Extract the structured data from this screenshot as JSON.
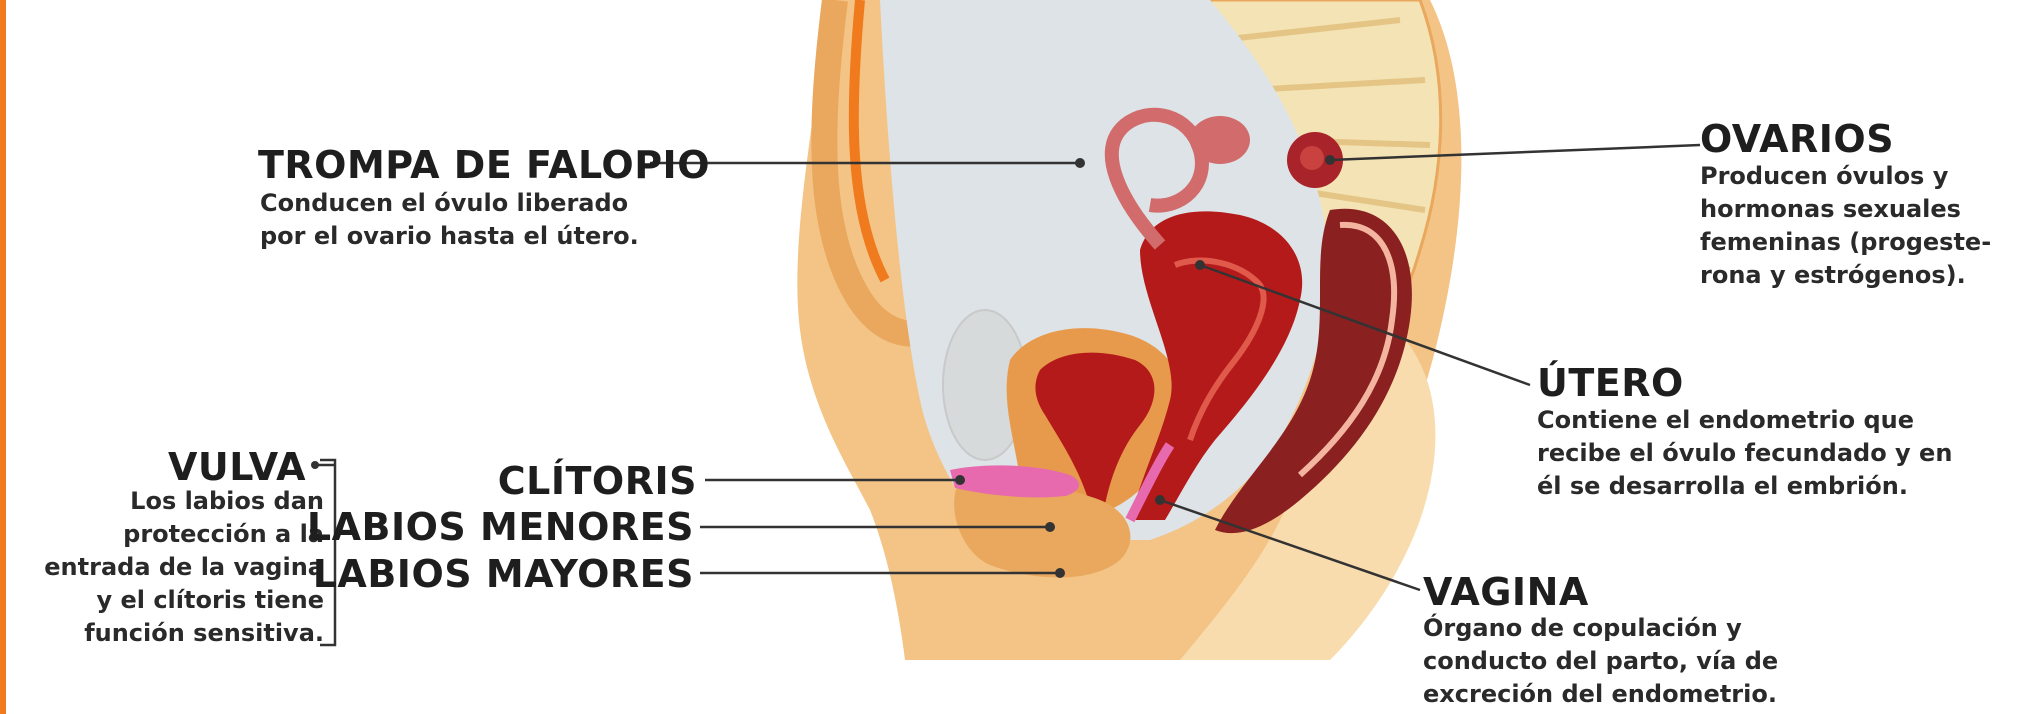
{
  "colors": {
    "edge": "#f07a1e",
    "text": "#1e1e1e",
    "leader": "#333333",
    "skin": "#f3c486",
    "skin_light": "#f8dcae",
    "skin_dark": "#e9a85d",
    "cavity": "#dde3e6",
    "spine": "#f4e3b4",
    "uterus": "#b51a1a",
    "uterus_inner": "#c83a35",
    "rectum": "#8a2020",
    "ovary": "#a8242a",
    "tube": "#d26b6b",
    "labia_minora": "#e86aae",
    "bladder": "#e89a4c"
  },
  "labels": {
    "trompa": {
      "title": "TROMPA DE FALOPIO",
      "lines": [
        "Conducen el óvulo liberado",
        "por el ovario hasta el útero."
      ]
    },
    "ovarios": {
      "title": "OVARIOS",
      "lines": [
        "Producen óvulos y",
        "hormonas sexuales",
        "femeninas (progeste-",
        "rona y estrógenos)."
      ]
    },
    "utero": {
      "title": "ÚTERO",
      "lines": [
        "Contiene el endometrio que",
        "recibe el óvulo fecundado y en",
        "él se desarrolla el embrión."
      ]
    },
    "vulva": {
      "title": "VULVA",
      "lines": [
        "Los labios dan",
        "protección a la",
        "entrada de la vagina",
        "y el clítoris tiene",
        "función sensitiva."
      ]
    },
    "clitoris": {
      "title": "CLÍTORIS"
    },
    "labios_menores": {
      "title": "LABIOS MENORES"
    },
    "labios_mayores": {
      "title": "LABIOS MAYORES"
    },
    "vagina": {
      "title": "VAGINA",
      "lines": [
        "Órgano de copulación y",
        "conducto del parto, vía de",
        "excreción del endometrio."
      ]
    }
  }
}
